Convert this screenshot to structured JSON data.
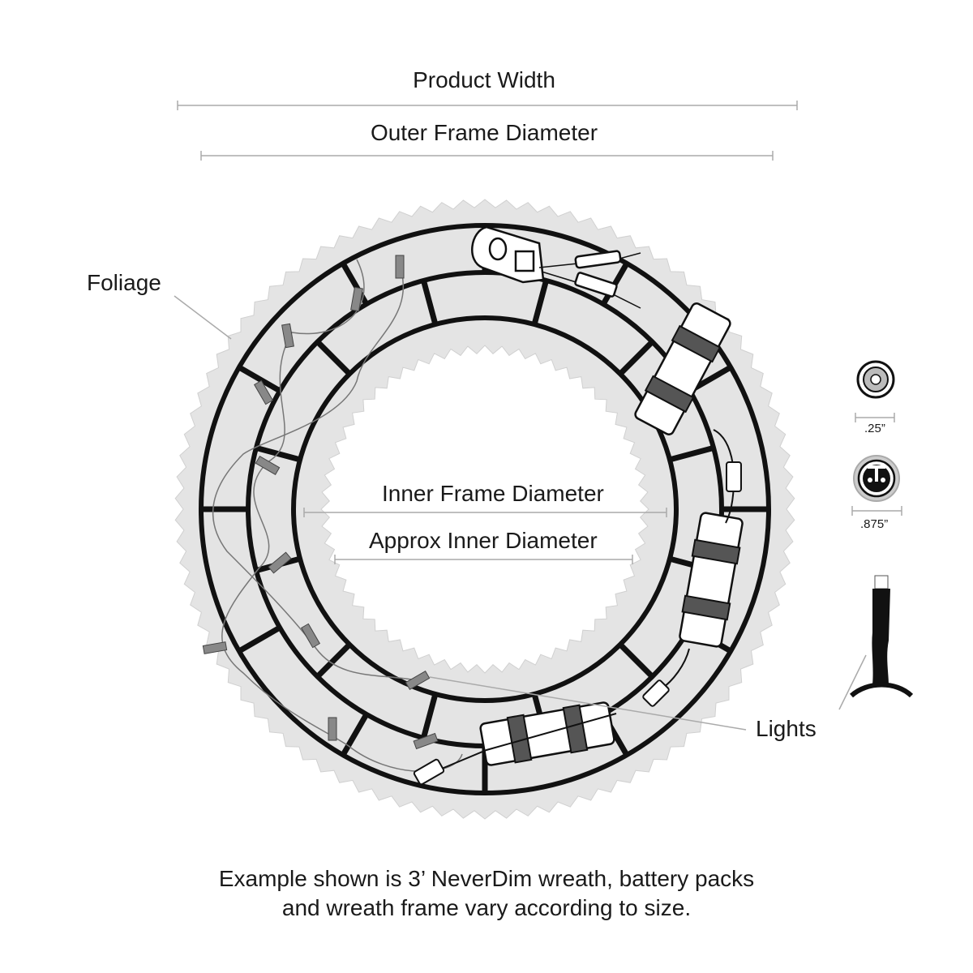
{
  "labels": {
    "product_width": "Product Width",
    "outer_frame_diameter": "Outer Frame Diameter",
    "inner_frame_diameter": "Inner Frame Diameter",
    "approx_inner_diameter": "Approx Inner Diameter",
    "foliage": "Foliage",
    "lights": "Lights"
  },
  "connectors": {
    "small": ".25”",
    "large": ".875”"
  },
  "caption": {
    "line1": "Example shown is 3’ NeverDim wreath, battery packs",
    "line2": "and wreath frame vary according to size."
  }
}
